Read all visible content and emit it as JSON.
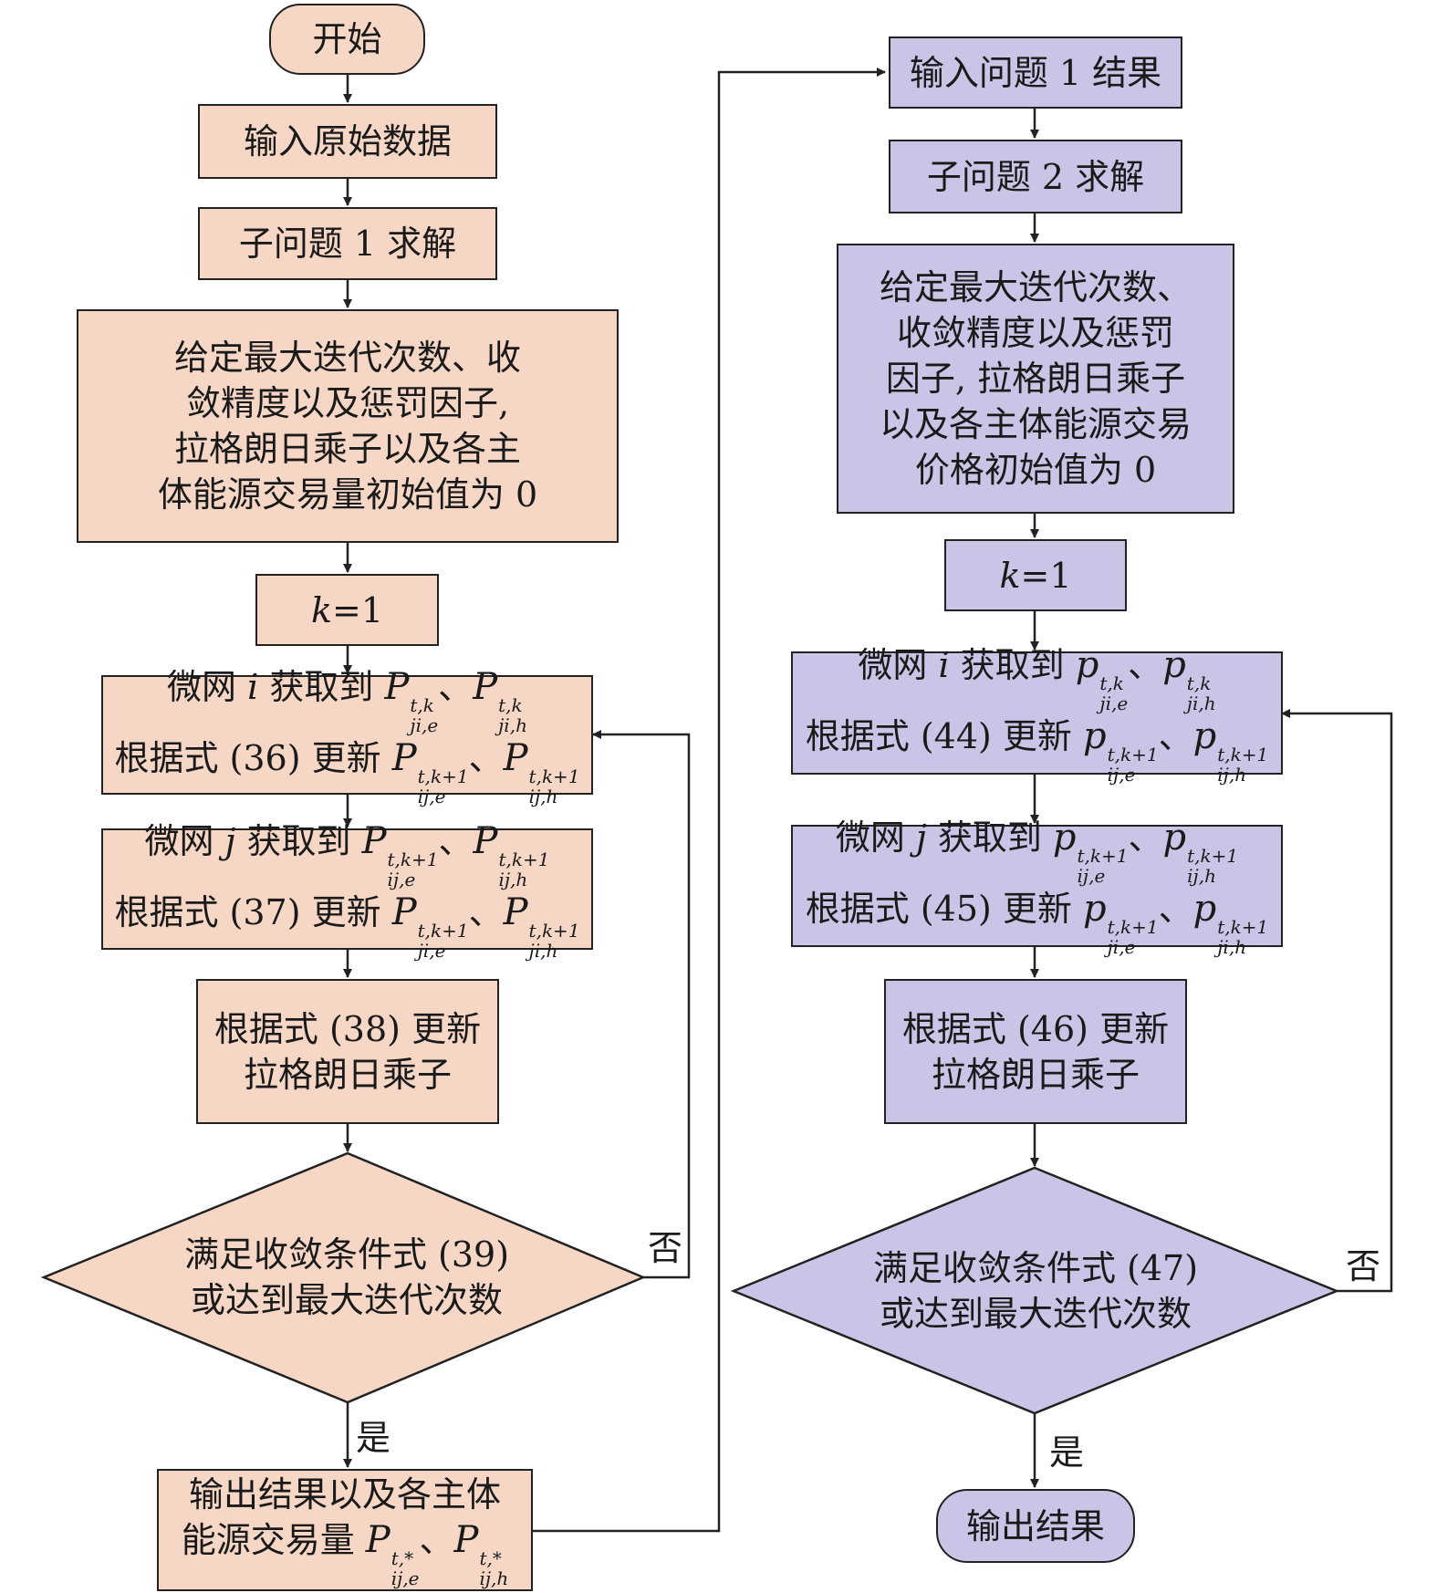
{
  "left": {
    "start": "开始",
    "input": "输入原始数据",
    "solve": "子问题 1 求解",
    "init": [
      "给定最大迭代次数、收",
      "敛精度以及惩罚因子,",
      "拉格朗日乘子以及各主",
      "体能源交易量初始值为 0"
    ],
    "k": "k=1",
    "mg_i_line1": "微网 i 获取到 P_{ji,e}^{t,k}、P_{ji,h}^{t,k}",
    "mg_i_line2": "根据式 (36) 更新 P_{ij,e}^{t,k+1}、P_{ij,h}^{t,k+1}",
    "mg_j_line1": "微网 j 获取到 P_{ij,e}^{t,k+1}、P_{ij,h}^{t,k+1}",
    "mg_j_line2": "根据式 (37) 更新 P_{ji,e}^{t,k+1}、P_{ji,h}^{t,k+1}",
    "update": [
      "根据式 (38) 更新",
      "拉格朗日乘子"
    ],
    "decision": [
      "满足收敛条件式 (39)",
      "或达到最大迭代次数"
    ],
    "no": "否",
    "yes": "是",
    "output_line1": "输出结果以及各主体",
    "output_line2": "能源交易量 P_{ij,e}^{t,*}、P_{ij,h}^{t,*}"
  },
  "right": {
    "input": "输入问题 1 结果",
    "solve": "子问题 2 求解",
    "init": [
      "给定最大迭代次数、",
      "收敛精度以及惩罚",
      "因子, 拉格朗日乘子",
      "以及各主体能源交易",
      "价格初始值为 0"
    ],
    "k": "k=1",
    "mg_i_line1": "微网 i 获取到 p_{ji,e}^{t,k}、p_{ji,h}^{t,k}",
    "mg_i_line2": "根据式 (44) 更新 p_{ij,e}^{t,k+1}、p_{ij,h}^{t,k+1}",
    "mg_j_line1": "微网 j 获取到 p_{ij,e}^{t,k+1}、p_{ij,h}^{t,k+1}",
    "mg_j_line2": "根据式 (45) 更新 p_{ji,e}^{t,k+1}、p_{ji,h}^{t,k+1}",
    "update": [
      "根据式 (46) 更新",
      "拉格朗日乘子"
    ],
    "decision": [
      "满足收敛条件式 (47)",
      "或达到最大迭代次数"
    ],
    "no": "否",
    "yes": "是",
    "output": "输出结果"
  },
  "colors": {
    "left_fill": "#f6d7c6",
    "right_fill": "#cbc4e6",
    "stroke": "#222222"
  }
}
